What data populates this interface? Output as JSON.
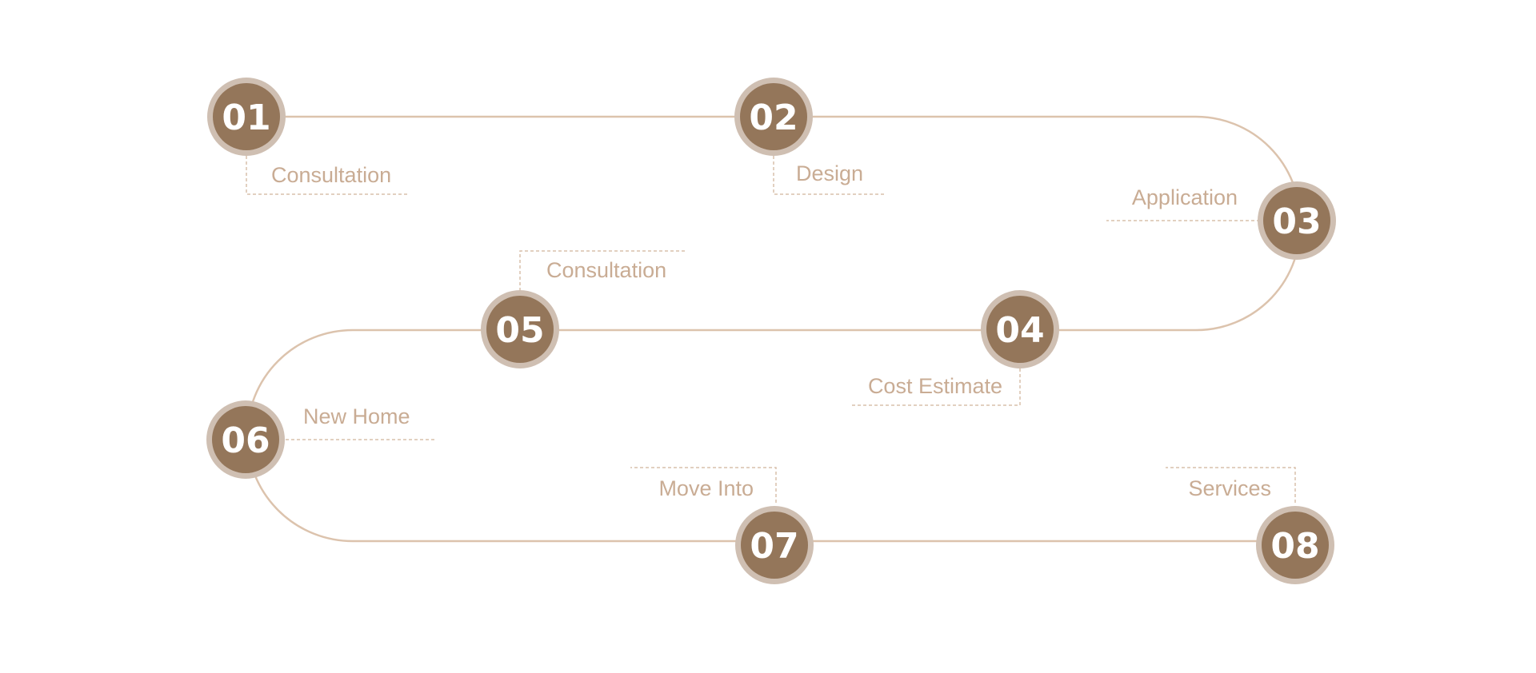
{
  "colors": {
    "path": "#dcc3ad",
    "circle_fill": "#94765a",
    "circle_ring": "#cfbfb2",
    "number_text": "#ffffff",
    "label_text": "#c9ac94",
    "leader_line": "#d9c0ac",
    "background": "#ffffff"
  },
  "steps": [
    {
      "number": "01",
      "label": "Consultation"
    },
    {
      "number": "02",
      "label": "Design"
    },
    {
      "number": "03",
      "label": "Application"
    },
    {
      "number": "04",
      "label": "Cost Estimate"
    },
    {
      "number": "05",
      "label": "Consultation"
    },
    {
      "number": "06",
      "label": "New Home"
    },
    {
      "number": "07",
      "label": "Move Into"
    },
    {
      "number": "08",
      "label": "Services"
    }
  ]
}
